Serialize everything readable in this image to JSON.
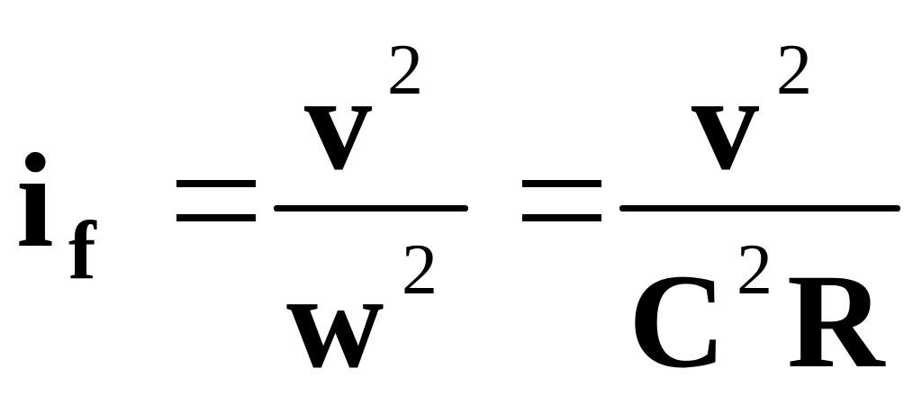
{
  "formula": {
    "lhs": {
      "base": "i",
      "subscript": "f"
    },
    "middle_fraction": {
      "numerator_base": "v",
      "numerator_exponent": "2",
      "denominator_base": "w",
      "denominator_exponent": "2"
    },
    "right_fraction": {
      "numerator_base": "v",
      "numerator_exponent": "2",
      "denominator_first": "C",
      "denominator_exponent": "2",
      "denominator_second": "R"
    }
  }
}
